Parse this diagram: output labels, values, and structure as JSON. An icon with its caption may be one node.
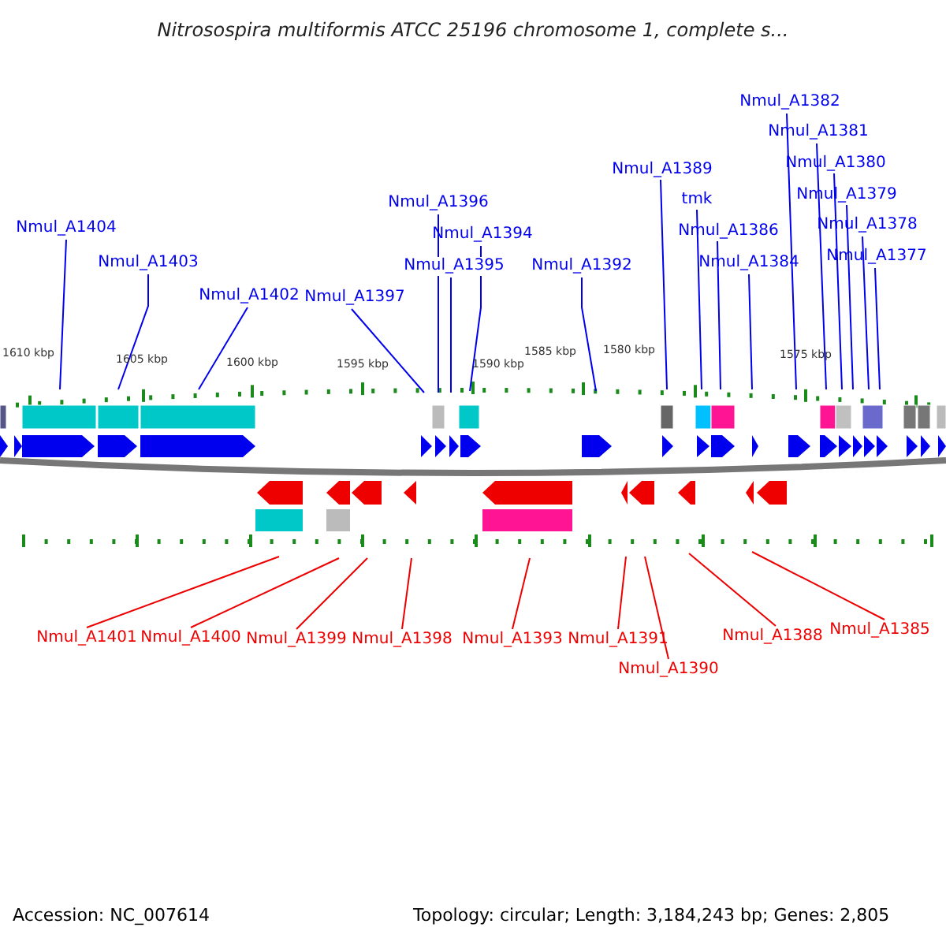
{
  "diagram": {
    "title": "Nitrosospira multiformis ATCC 25196 chromosome 1, complete s...",
    "nodes": [
      {
        "text": [
          "Nmul_A1382"
        ]
      },
      {
        "text": [
          "Nmul_A1381"
        ]
      },
      {
        "text": [
          "Nmul_A1380"
        ]
      },
      {
        "text": [
          "Nmul_A1389"
        ]
      },
      {
        "text": [
          "Nmul_A1396"
        ]
      },
      {
        "text": [
          "Nmul_A1379"
        ]
      },
      {
        "text": [
          "tmk"
        ]
      },
      {
        "text": [
          "Nmul_A1404"
        ]
      },
      {
        "text": [
          "Nmul_A1394"
        ]
      },
      {
        "text": [
          "Nmul_A1386"
        ]
      },
      {
        "text": [
          "Nmul_A1378"
        ]
      },
      {
        "text": [
          "Nmul_A1403"
        ]
      },
      {
        "text": [
          "Nmul_A1395"
        ]
      },
      {
        "text": [
          "Nmul_A1392"
        ]
      },
      {
        "text": [
          "Nmul_A1384"
        ]
      },
      {
        "text": [
          "Nmul_A1377"
        ]
      },
      {
        "text": [
          "Nmul_A1402"
        ]
      },
      {
        "text": [
          "Nmul_A1397"
        ]
      },
      {
        "text": [
          "Nmul_A1401"
        ]
      },
      {
        "text": [
          "Nmul_A1400"
        ]
      },
      {
        "text": [
          "Nmul_A1399"
        ]
      },
      {
        "text": [
          "Nmul_A1398"
        ]
      },
      {
        "text": [
          "Nmul_A1393"
        ]
      },
      {
        "text": [
          "Nmul_A1391"
        ]
      },
      {
        "text": [
          "Nmul_A1388"
        ]
      },
      {
        "text": [
          "Nmul_A1385"
        ]
      },
      {
        "text": [
          "Nmul_A1390"
        ]
      }
    ],
    "edges": [
      {
        "from": 0,
        "to": null,
        "arrow": "none"
      },
      {
        "from": 1,
        "to": null,
        "arrow": "none"
      },
      {
        "from": 2,
        "to": null,
        "arrow": "none"
      },
      {
        "from": 3,
        "to": null,
        "arrow": "none"
      },
      {
        "from": 4,
        "to": null,
        "arrow": "none"
      },
      {
        "from": 5,
        "to": null,
        "arrow": "none"
      },
      {
        "from": 6,
        "to": null,
        "arrow": "none"
      },
      {
        "from": 7,
        "to": null,
        "arrow": "none"
      },
      {
        "from": 8,
        "to": null,
        "arrow": "none"
      },
      {
        "from": 9,
        "to": null,
        "arrow": "none"
      },
      {
        "from": 10,
        "to": null,
        "arrow": "none"
      },
      {
        "from": 11,
        "to": null,
        "arrow": "none"
      },
      {
        "from": 12,
        "to": null,
        "arrow": "none"
      },
      {
        "from": 13,
        "to": null,
        "arrow": "none"
      },
      {
        "from": 14,
        "to": null,
        "arrow": "none"
      },
      {
        "from": 15,
        "to": null,
        "arrow": "none"
      },
      {
        "from": 16,
        "to": null,
        "arrow": "none"
      },
      {
        "from": 17,
        "to": null,
        "arrow": "none"
      },
      {
        "from": 18,
        "to": null,
        "arrow": "none",
        "color": "#ee0000"
      },
      {
        "from": 19,
        "to": null,
        "arrow": "none",
        "color": "#ee0000"
      },
      {
        "from": 20,
        "to": null,
        "arrow": "none",
        "color": "#ee0000"
      },
      {
        "from": 21,
        "to": null,
        "arrow": "none",
        "color": "#ee0000"
      },
      {
        "from": 22,
        "to": null,
        "arrow": "none",
        "color": "#ee0000"
      },
      {
        "from": 23,
        "to": null,
        "arrow": "none",
        "color": "#ee0000"
      },
      {
        "from": 24,
        "to": null,
        "arrow": "none",
        "color": "#ee0000"
      },
      {
        "from": 25,
        "to": null,
        "arrow": "none",
        "color": "#ee0000"
      },
      {
        "from": 26,
        "to": null,
        "arrow": "none",
        "color": "#ee0000"
      }
    ],
    "labels": [
      "1610 kbp",
      "1605 kbp",
      "1600 kbp",
      "1595 kbp",
      "1590 kbp",
      "1585 kbp",
      "1580 kbp",
      "1575 kbp",
      "Accession: NC_007614",
      "Topology: circular; Length: 3,184,243 bp; Genes: 2,805"
    ]
  }
}
